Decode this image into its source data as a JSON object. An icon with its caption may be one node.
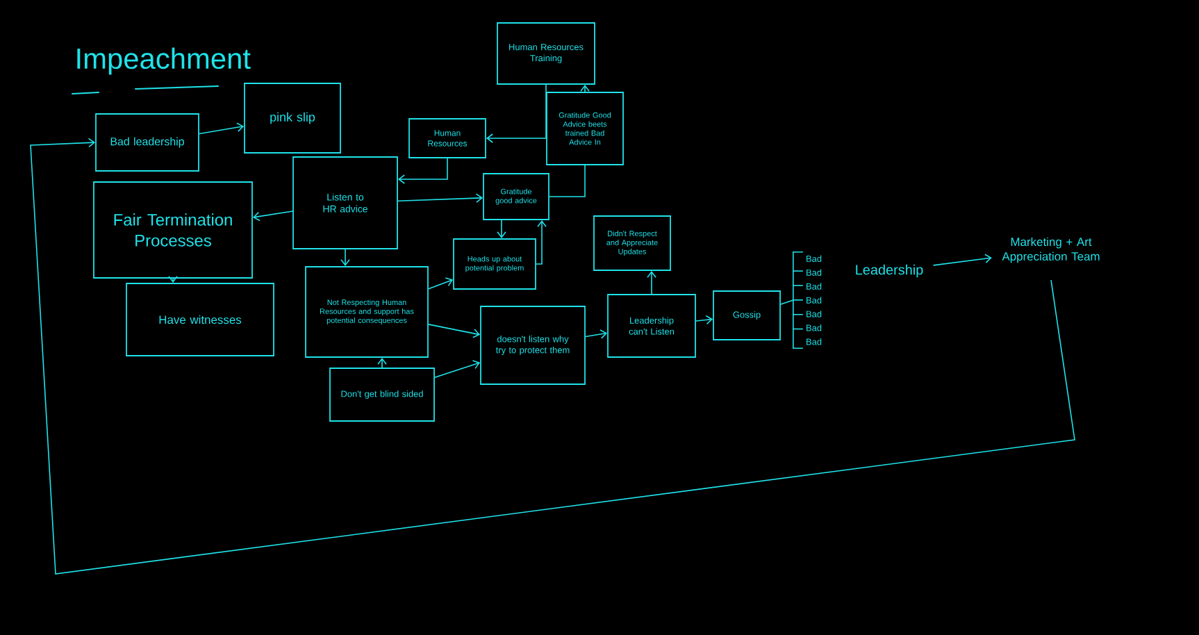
{
  "diagram": {
    "title": "Impeachment",
    "nodes": [
      {
        "text": [
          "Bad leadership"
        ]
      },
      {
        "text": [
          "pink slip"
        ]
      },
      {
        "text": [
          "Human Resources Training"
        ]
      },
      {
        "text": [
          "Human Resources"
        ]
      },
      {
        "text": [
          "Gratitude Good Advice beets trained Bad Advice In"
        ]
      },
      {
        "text": [
          "Listen to HR advice"
        ]
      },
      {
        "text": [
          "Fair Termination Processes"
        ]
      },
      {
        "text": [
          "Gratitude good advice"
        ]
      },
      {
        "text": [
          "Have witnesses"
        ]
      },
      {
        "text": [
          "Didn't Respect and Appreciate Updates"
        ]
      },
      {
        "text": [
          "Heads up about potential problem"
        ]
      },
      {
        "text": [
          "Not Respecting Human Resources and support has potential consequences"
        ]
      },
      {
        "text": [
          "doesn't listen why try to protect them"
        ]
      },
      {
        "text": [
          "Leadership can't Listen"
        ]
      },
      {
        "text": [
          "Gossip"
        ]
      },
      {
        "text": [
          "Don't get blind sided"
        ]
      },
      {
        "text": [
          "Bad",
          "Bad",
          "Bad",
          "Bad",
          "Bad",
          "Bad",
          "Bad"
        ]
      },
      {
        "text": [
          "Leadership"
        ]
      },
      {
        "text": [
          "Marketing + Art Appreciation Team"
        ]
      }
    ],
    "edges": [
      {
        "from": 0,
        "to": 1,
        "arrow": "to"
      },
      {
        "from": 2,
        "to": 3,
        "arrow": "to"
      },
      {
        "from": 4,
        "to": 2,
        "arrow": "to"
      },
      {
        "from": 3,
        "to": 5,
        "arrow": "to"
      },
      {
        "from": 5,
        "to": 6,
        "arrow": "to"
      },
      {
        "from": 5,
        "to": 7,
        "arrow": "to"
      },
      {
        "from": 4,
        "to": 7,
        "arrow": "none"
      },
      {
        "from": 6,
        "to": 8,
        "arrow": "to"
      },
      {
        "from": 7,
        "to": 10,
        "arrow": "to"
      },
      {
        "from": 10,
        "to": 7,
        "arrow": "to"
      },
      {
        "from": 5,
        "to": 11,
        "arrow": "to"
      },
      {
        "from": 11,
        "to": 10,
        "arrow": "to"
      },
      {
        "from": 11,
        "to": 12,
        "arrow": "to"
      },
      {
        "from": 15,
        "to": 11,
        "arrow": "to"
      },
      {
        "from": 15,
        "to": 12,
        "arrow": "to"
      },
      {
        "from": 12,
        "to": 13,
        "arrow": "to"
      },
      {
        "from": 13,
        "to": 9,
        "arrow": "to"
      },
      {
        "from": 13,
        "to": 14,
        "arrow": "to"
      },
      {
        "from": 14,
        "to": 16,
        "arrow": "none"
      },
      {
        "from": 17,
        "to": 18,
        "arrow": "to"
      },
      {
        "from": 18,
        "to": 0,
        "arrow": "to"
      }
    ]
  }
}
